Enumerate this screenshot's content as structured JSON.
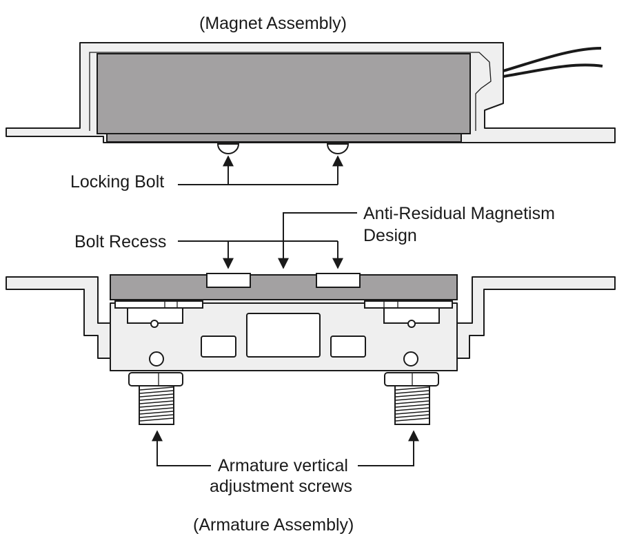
{
  "labels": {
    "magnet_assembly": "(Magnet Assembly)",
    "locking_bolt": "Locking Bolt",
    "anti_residual_line1": "Anti-Residual Magnetism",
    "anti_residual_line2": "Design",
    "bolt_recess": "Bolt Recess",
    "adjust_line1": "Armature vertical",
    "adjust_line2": "adjustment screws",
    "armature_assembly": "(Armature Assembly)"
  },
  "colors": {
    "housing": "#efefef",
    "magnet_core": "#a3a1a2",
    "outline": "#1a1a1a"
  }
}
